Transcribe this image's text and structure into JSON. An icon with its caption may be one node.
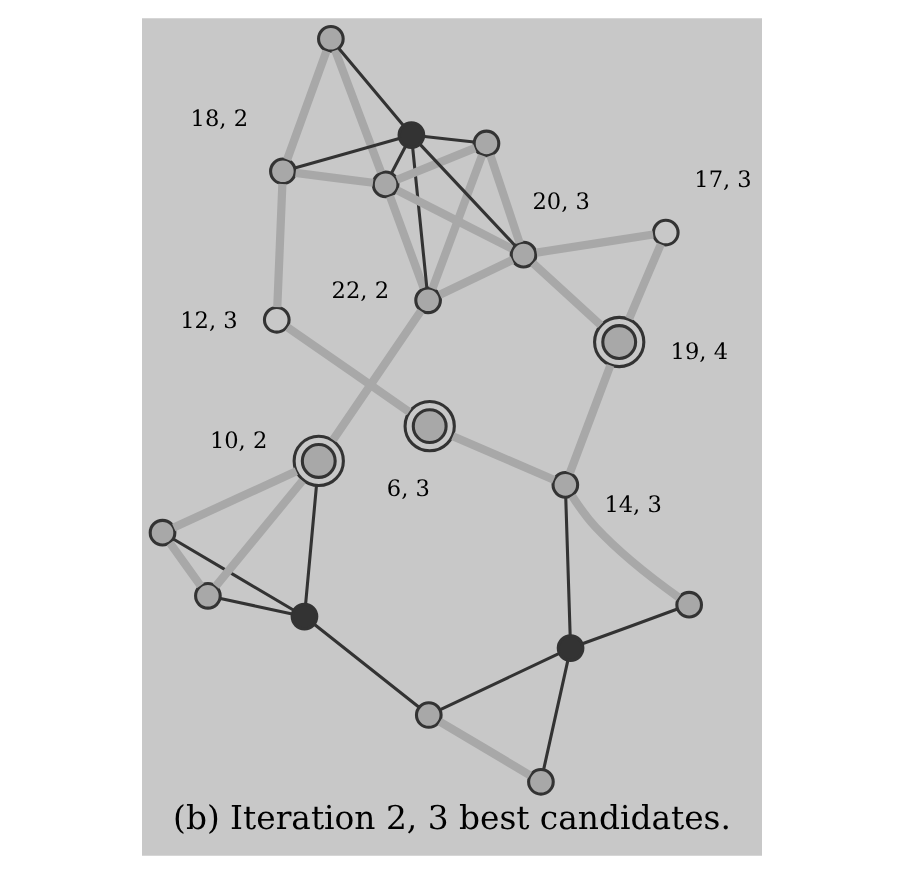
{
  "diagram": {
    "caption": "(b) Iteration 2, 3 best candidates.",
    "nodes": [
      {
        "text": [],
        "shape": "circle"
      },
      {
        "text": [],
        "shape": "circle"
      },
      {
        "text": [],
        "shape": "circle",
        "beside": [
          "10, 2"
        ]
      },
      {
        "text": [],
        "shape": "circle"
      },
      {
        "text": [],
        "shape": "circle",
        "beside": [
          "22, 2"
        ]
      },
      {
        "text": [],
        "shape": "circle"
      },
      {
        "text": [],
        "shape": "circle"
      },
      {
        "text": [],
        "shape": "circle",
        "beside": [
          "20, 3"
        ]
      },
      {
        "text": [],
        "shape": "circle"
      },
      {
        "text": [],
        "shape": "circle"
      },
      {
        "text": [],
        "shape": "circle",
        "beside": [
          "17, 3"
        ]
      },
      {
        "text": [],
        "shape": "circle",
        "beside": [
          "18, 2"
        ]
      },
      {
        "text": [],
        "shape": "circle"
      },
      {
        "text": [],
        "shape": "circle",
        "beside": [
          "19, 4"
        ]
      },
      {
        "text": [],
        "shape": "circle"
      },
      {
        "text": [],
        "shape": "circle"
      },
      {
        "text": [],
        "shape": "circle",
        "beside": [
          "14, 3"
        ]
      },
      {
        "text": [],
        "shape": "circle",
        "beside": [
          "12, 3"
        ]
      },
      {
        "text": [],
        "shape": "circle"
      },
      {
        "text": [],
        "shape": "circle",
        "beside": [
          "6, 3"
        ]
      }
    ],
    "edges": [
      {
        "from": 0,
        "to": 1,
        "arrow": "none"
      },
      {
        "from": 1,
        "to": 2,
        "arrow": "none"
      },
      {
        "from": 0,
        "to": 2,
        "arrow": "none"
      },
      {
        "from": 1,
        "to": 3,
        "arrow": "none",
        "color": "#333333"
      },
      {
        "from": 0,
        "to": 3,
        "arrow": "none",
        "color": "#333333"
      },
      {
        "from": 2,
        "to": 3,
        "arrow": "none",
        "color": "#333333"
      },
      {
        "from": 3,
        "to": 12,
        "arrow": "none",
        "color": "#333333"
      },
      {
        "from": 2,
        "to": 4,
        "arrow": "none"
      },
      {
        "from": 4,
        "to": 5,
        "arrow": "none"
      },
      {
        "from": 4,
        "to": 6,
        "arrow": "none"
      },
      {
        "from": 4,
        "to": 7,
        "arrow": "none"
      },
      {
        "from": 4,
        "to": 8,
        "arrow": "none",
        "color": "#333333"
      },
      {
        "from": 5,
        "to": 8,
        "arrow": "none",
        "color": "#333333"
      },
      {
        "from": 6,
        "to": 8,
        "arrow": "none",
        "color": "#333333"
      },
      {
        "from": 7,
        "to": 8,
        "arrow": "none",
        "color": "#333333"
      },
      {
        "from": 9,
        "to": 8,
        "arrow": "none",
        "color": "#333333"
      },
      {
        "from": 11,
        "to": 8,
        "arrow": "none",
        "color": "#333333"
      },
      {
        "from": 7,
        "to": 5,
        "arrow": "none"
      },
      {
        "from": 7,
        "to": 6,
        "arrow": "none"
      },
      {
        "from": 5,
        "to": 6,
        "arrow": "none"
      },
      {
        "from": 6,
        "to": 9,
        "arrow": "none"
      },
      {
        "from": 6,
        "to": 11,
        "arrow": "none"
      },
      {
        "from": 9,
        "to": 11,
        "arrow": "none"
      },
      {
        "from": 7,
        "to": 10,
        "arrow": "none"
      },
      {
        "from": 7,
        "to": 13,
        "arrow": "none"
      },
      {
        "from": 10,
        "to": 13,
        "arrow": "none"
      },
      {
        "from": 11,
        "to": 17,
        "arrow": "none"
      },
      {
        "from": 12,
        "to": 14,
        "arrow": "none"
      },
      {
        "from": 12,
        "to": 15,
        "arrow": "none",
        "color": "#333333"
      },
      {
        "from": 14,
        "to": 15,
        "arrow": "none",
        "color": "#333333"
      },
      {
        "from": 15,
        "to": 16,
        "arrow": "none",
        "color": "#333333"
      },
      {
        "from": 15,
        "to": 18,
        "arrow": "none",
        "color": "#333333"
      },
      {
        "from": 18,
        "to": 16,
        "arrow": "none"
      },
      {
        "from": 16,
        "to": 13,
        "arrow": "none"
      },
      {
        "from": 16,
        "to": 19,
        "arrow": "none"
      },
      {
        "from": 19,
        "to": 17,
        "arrow": "none"
      }
    ]
  }
}
